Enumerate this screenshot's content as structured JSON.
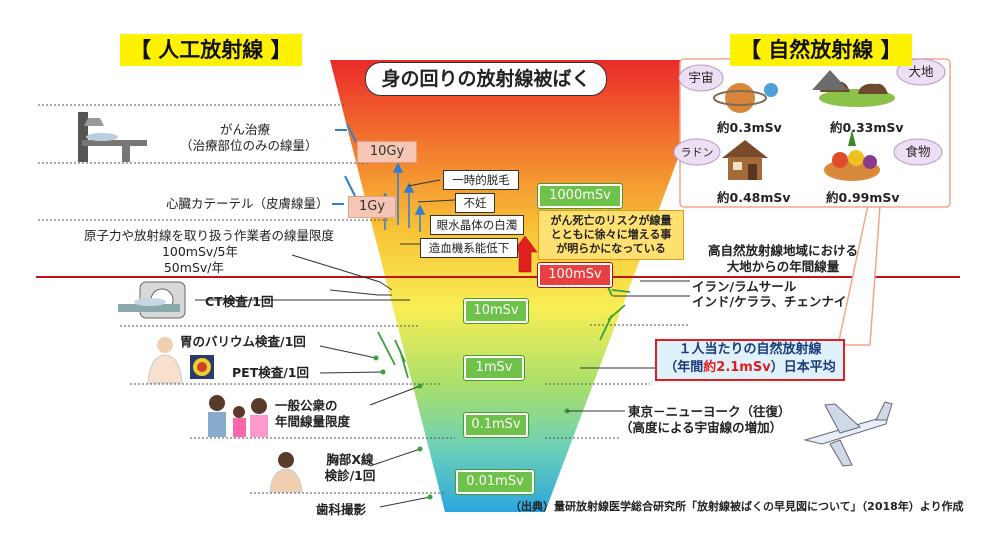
{
  "headers": {
    "artificial": "【 人工放射線 】",
    "natural": "【 自然放射線 】"
  },
  "funnel_title": "身の回りの放射線被ばく",
  "scale_boxes": {
    "gy10": "10Gy",
    "gy1": "1Gy",
    "msv1000": "1000mSv",
    "msv100": "100mSv",
    "msv10": "10mSv",
    "msv1": "1mSv",
    "msv01": "0.1mSv",
    "msv001": "0.01mSv"
  },
  "effects": [
    "一時的脱毛",
    "不妊",
    "眼水晶体の白濁",
    "造血機系能低下"
  ],
  "cancer_risk": [
    "がん死亡のリスクが線量",
    "とともに徐々に増える事",
    "が明らかになっている"
  ],
  "left_labels": {
    "cancer_tx": [
      "がん治療",
      "（治療部位のみの線量）"
    ],
    "catheter": "心臓カテーテル（皮膚線量）",
    "worker": [
      "原子力や放射線を取り扱う作業者の線量限度",
      "100mSv/5年",
      "50mSv/年"
    ],
    "ct": "CT検査/1回",
    "barium": "胃のバリウム検査/1回",
    "pet": "PET検査/1回",
    "public": [
      "一般公衆の",
      "年間線量限度"
    ],
    "xray": [
      "胸部X線",
      "検診/1回"
    ],
    "dental": "歯科撮影"
  },
  "right_labels": {
    "high_natural": [
      "高自然放射線地域における",
      "大地からの年間線量"
    ],
    "iran": "イラン/ラムサール",
    "india": "インド/ケララ、チェンナイ",
    "flight": [
      "東京－ニューヨーク（往復）",
      "（高度による宇宙線の増加）"
    ]
  },
  "natural_panel": {
    "space": {
      "tag": "宇宙",
      "value": "約0.3mSv"
    },
    "earth": {
      "tag": "大地",
      "value": "約0.33mSv"
    },
    "radon": {
      "tag": "ラドン",
      "value": "約0.48mSv"
    },
    "food": {
      "tag": "食物",
      "value": "約0.99mSv"
    }
  },
  "per_person": {
    "line1": "１人当たりの自然放射線",
    "line2_pre": "（年間",
    "line2_value": "約2.1mSv",
    "line2_post": "）日本平均"
  },
  "source": "（出典）量研放射線医学総合研究所「放射線被ばくの早見図について」（2018年）より作成",
  "colors": {
    "funnel_top": "#e8232a",
    "funnel_mid": "#f7e94a",
    "funnel_bottom": "#2aa6e0",
    "green_box": "#6ec24a",
    "panel_border": "#f4a58a",
    "red_line": "#c0141a"
  }
}
